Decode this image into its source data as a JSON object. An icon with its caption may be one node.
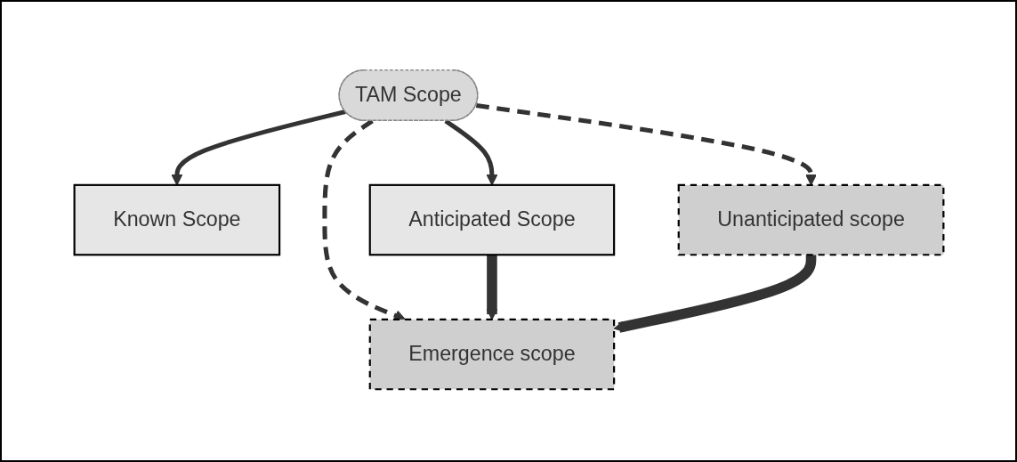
{
  "diagram": {
    "nodes": [
      {
        "text": [
          "TAM Scope"
        ]
      },
      {
        "text": [
          "Known Scope"
        ]
      },
      {
        "text": [
          "Anticipated Scope"
        ]
      },
      {
        "text": [
          "Emergence scope"
        ]
      },
      {
        "text": [
          "Unanticipated scope"
        ]
      }
    ],
    "edges": [
      {
        "from": 0,
        "to": 1,
        "arrow": "to"
      },
      {
        "from": 0,
        "to": 2,
        "arrow": "to"
      },
      {
        "from": 0,
        "to": 3,
        "arrow": "to",
        "style": "dashed"
      },
      {
        "from": 0,
        "to": 4,
        "arrow": "to",
        "style": "dashed"
      },
      {
        "from": 2,
        "to": 3,
        "arrow": "to",
        "style": "thick"
      },
      {
        "from": 4,
        "to": 3,
        "arrow": "to",
        "style": "thick"
      }
    ]
  }
}
